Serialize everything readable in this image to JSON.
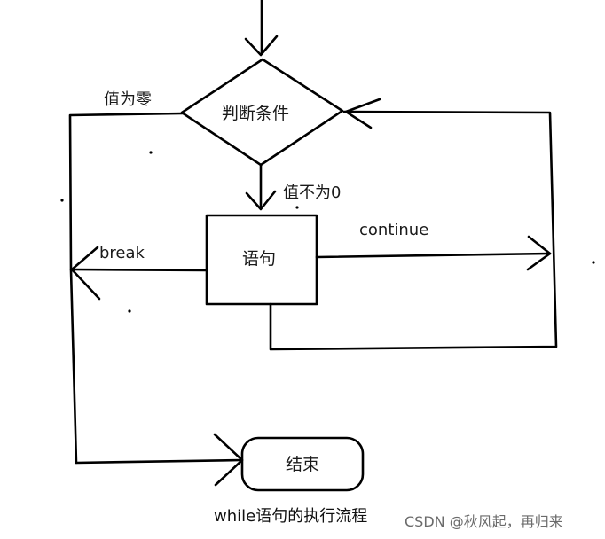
{
  "diagram": {
    "condition_label": "判断条件",
    "statement_label": "语句",
    "end_label": "结束",
    "value_zero_label": "值为零",
    "value_nonzero_label": "值不为0",
    "break_label": "break",
    "continue_label": "continue",
    "caption": "while语句的执行流程"
  },
  "watermark": {
    "text": "CSDN @秋风起，再归来"
  }
}
